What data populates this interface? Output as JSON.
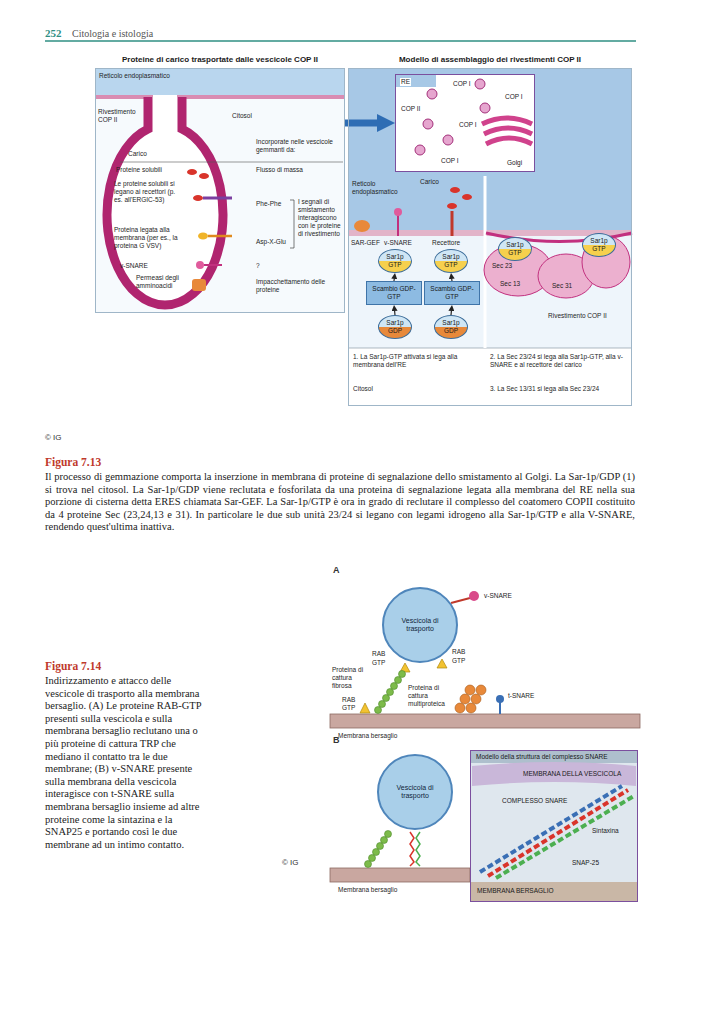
{
  "diagram": {
    "nodes": [
      {
        "text": [
          "Proteine di carico trasportate dalle vescicole COP II"
        ]
      },
      {
        "text": [
          "Modello di assemblaggio dei rivestimenti COP II"
        ]
      },
      {
        "text": [
          "RE",
          "COP II",
          "COP I",
          "COP I",
          "COP I",
          "COP I",
          "Golgi"
        ],
        "in": 1
      },
      {
        "text": [
          "Sar1p",
          "GTP"
        ],
        "in": 1
      },
      {
        "text": [
          "Sar1p",
          "GTP"
        ],
        "in": 1
      },
      {
        "text": [
          "Scambio GDP-GTP"
        ],
        "in": 1
      },
      {
        "text": [
          "Scambio GDP-GTP"
        ],
        "in": 1
      },
      {
        "text": [
          "Sar1p",
          "GDP"
        ],
        "in": 1
      },
      {
        "text": [
          "Sar1p",
          "GDP"
        ],
        "in": 1
      },
      {
        "text": [
          "Sar1p",
          "GTP"
        ],
        "in": 1
      },
      {
        "text": [
          "Sar1p",
          "GTP"
        ],
        "in": 1
      },
      {
        "text": [
          "Vescicola di trasporto"
        ]
      },
      {
        "text": [
          "Vescicola di trasporto"
        ]
      },
      {
        "text": [
          "Modello della struttura del complesso SNARE",
          "MEMBRANA DELLA VESCICOLA",
          "COMPLESSO SNARE",
          "Sintaxina",
          "SNAP-25",
          "MEMBRANA BERSAGLIO"
        ]
      }
    ],
    "edges": [
      {
        "from": 0,
        "to": 2,
        "arrow": "to"
      },
      {
        "from": 7,
        "to": 5,
        "arrow": "to"
      },
      {
        "from": 5,
        "to": 3,
        "arrow": "to"
      },
      {
        "from": 8,
        "to": 6,
        "arrow": "to"
      },
      {
        "from": 6,
        "to": 4,
        "arrow": "to"
      }
    ],
    "labels": [
      "252",
      "Citologia e istologia",
      "Reticolo endoplasmatico",
      "Rivestimento COP II",
      "Citosol",
      "Carico",
      "Incorporate nelle vescicole gemmanti da:",
      "Proteine solubili",
      "Flusso di massa",
      "Le proteine solubili si legano ai recettori (p. es. all'ERGIC-53)",
      "Phe-Phe",
      "I segnali di smistamento interagiscono con le proteine di rivestimento",
      "Proteina legata alla membrana (per es., la proteina G VSV)",
      "Asp-X-Glu",
      "v-SNARE",
      "?",
      "Permeasi degli amminoacidi",
      "Impacchettamento delle proteine",
      "Reticolo endoplasmatico",
      "Carico",
      "SAR-GEF",
      "v-SNARE",
      "Recettore",
      "Sec 23",
      "Sec 13",
      "Sec 31",
      "Rivestimento COP II",
      "1. La Sar1p-GTP attivata si lega alla membrana dell'RE",
      "2. La Sec 23/24 si lega alla Sar1p-GTP, alla v-SNARE e al recettore del carico",
      "Citosol",
      "3. La Sec 13/31 si lega alla Sec 23/24",
      "© IG",
      "Figura 7.13",
      "Il processo di gemmazione comporta la inserzione in membrana di proteine di segnalazione dello smistamento al Golgi. La Sar-1p/GDP (1) si trova nel citosol. La Sar-1p/GDP viene reclutata e fosforilata da una proteina di segnalazione legata alla membrana del RE nella sua porzione di cisterna detta ERES chiamata Sar-GEF. La Sar-1p/GTP è ora in grado di reclutare il complesso del coatomero COPII costituito da 4 proteine Sec (23,24,13 e 31). In particolare le due sub unità 23/24 si legano con legami idrogeno alla Sar-1p/GTP e alla V-SNARE, rendendo quest'ultima inattiva.",
      "Figura 7.14",
      "Indirizzamento e attacco delle vescicole di trasporto alla membrana bersaglio. (A) Le proteine RAB-GTP presenti sulla vescicola e sulla membrana bersaglio reclutano una o più proteine di cattura TRP che mediano il contatto tra le due membrane; (B) v-SNARE presente sulla membrana della vescicola interagisce con t-SNARE sulla membrana bersaglio insieme ad altre proteine come la sintazina e la SNAP25 e portando così le due membrane ad un intimo contatto.",
      "A",
      "v-SNARE",
      "RAB",
      "GTP",
      "RAB",
      "GTP",
      "Proteina di cattura fibrosa",
      "RAB",
      "GTP",
      "Proteina di cattura multiproteica",
      "t-SNARE",
      "Membrana bersaglio",
      "B",
      "Membrana bersaglio",
      "© IG"
    ]
  }
}
